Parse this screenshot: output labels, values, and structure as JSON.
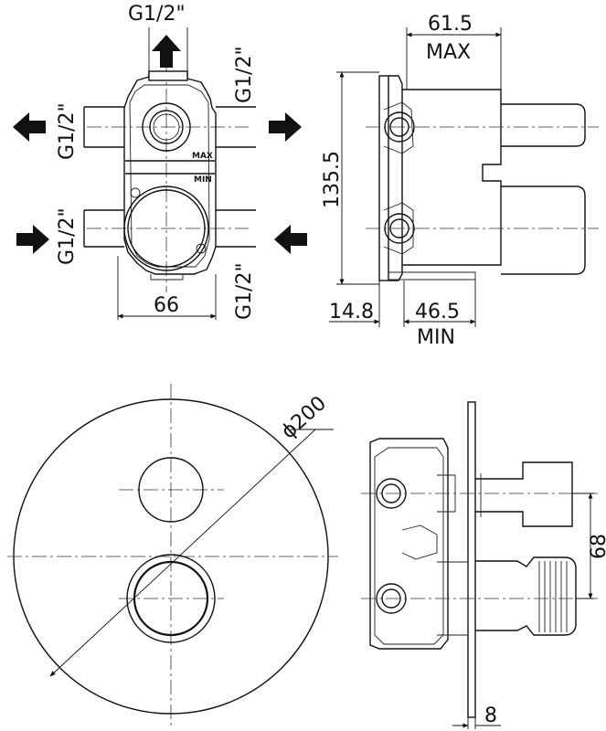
{
  "drawing": {
    "thread_labels": {
      "top": "G1/2\"",
      "upper_left": "G1/2\"",
      "upper_right": "G1/2\"",
      "lower_left": "G1/2\"",
      "lower_right": "G1/2\""
    },
    "body_markings": {
      "max": "MAX",
      "min": "MIN"
    },
    "dimensions": {
      "body_width": "66",
      "body_height": "135.5",
      "depth_max_value": "61.5",
      "depth_max_label": "MAX",
      "wall_offset": "14.8",
      "depth_min_value": "46.5",
      "depth_min_label": "MIN",
      "plate_diameter": "ϕ200",
      "spout_height": "68",
      "plate_thickness": "8"
    },
    "flow_directions": {
      "top_port": "out",
      "upper_left_port": "out",
      "upper_right_port": "out",
      "lower_left_port": "in",
      "lower_right_port": "in"
    }
  }
}
